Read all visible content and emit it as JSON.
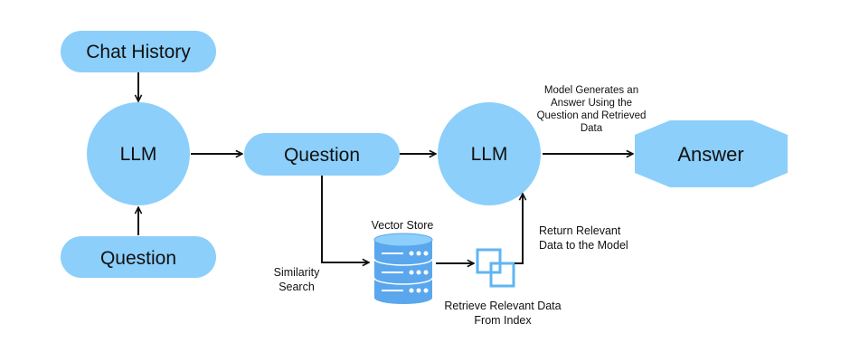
{
  "nodes": {
    "chat_history": "Chat History",
    "llm_left": "LLM",
    "question_left": "Question",
    "question_center": "Question",
    "llm_right": "LLM",
    "answer": "Answer",
    "vector_store": "Vector Store"
  },
  "annotations": {
    "model_generates": [
      "Model Generates an",
      "Answer Using the",
      "Question and Retrieved",
      "Data"
    ],
    "return_relevant": [
      "Return Relevant",
      "Data to the Model"
    ],
    "similarity_search": [
      "Similarity",
      "Search"
    ],
    "retrieve_relevant": [
      "Retrieve Relevant Data",
      "From Index"
    ]
  },
  "colors": {
    "node_fill": "#8ccffa",
    "database_fill": "#5aa7ee",
    "index_stroke": "#5fb6f2",
    "arrow": "#111111"
  },
  "icons": {
    "vector_store": "database-icon",
    "index": "overlapping-squares-icon"
  }
}
